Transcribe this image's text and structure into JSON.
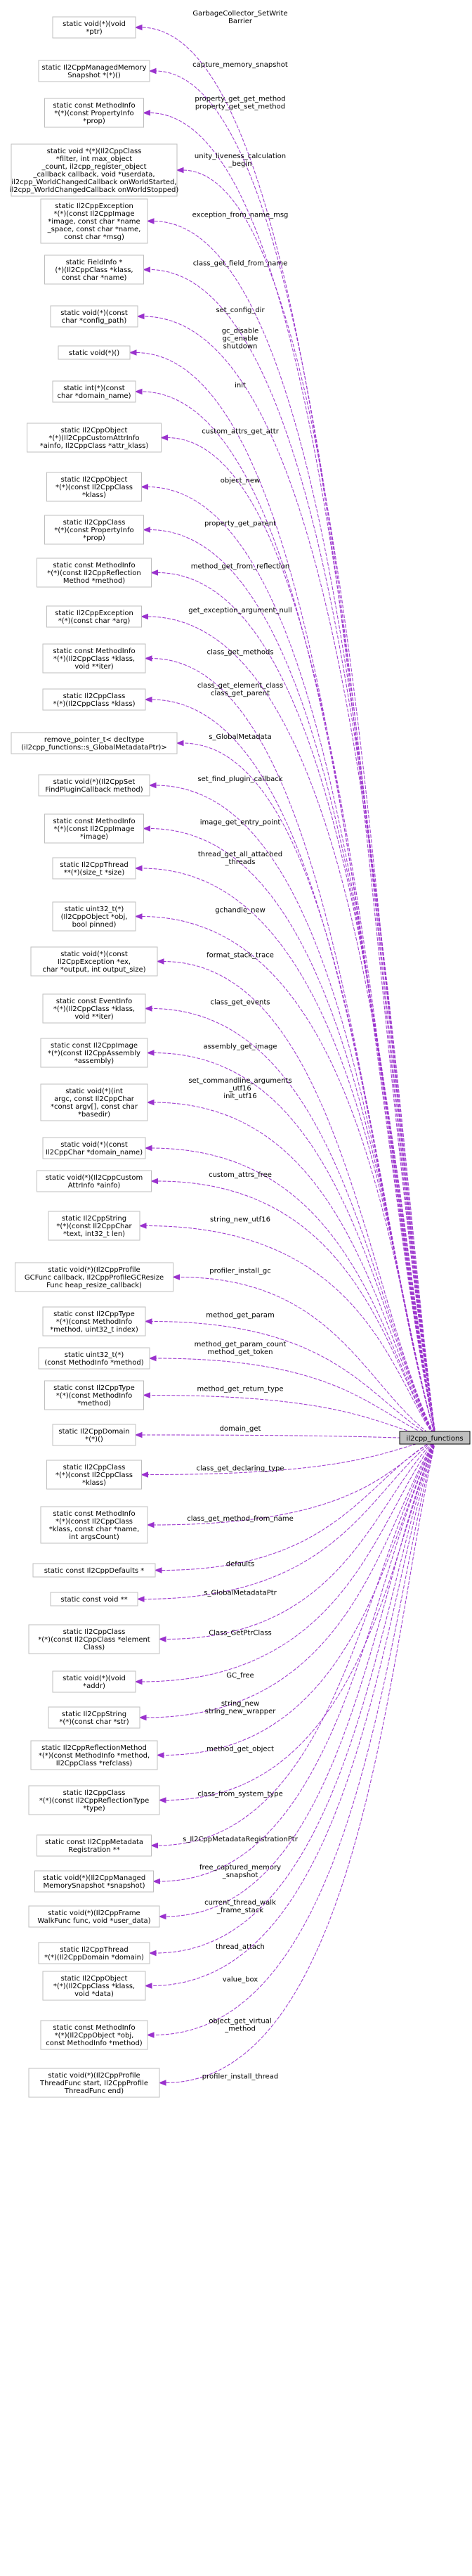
{
  "target": {
    "label": "il2cpp_functions"
  },
  "colors": {
    "edge": "#9a32cd",
    "node_border": "#bfbfbf",
    "target_fill": "#bfbfbf"
  },
  "nodes": [
    {
      "lines": [
        "static void(*)(void",
        "*ptr)"
      ],
      "edge": [
        "GarbageCollector_SetWrite",
        "Barrier"
      ]
    },
    {
      "lines": [
        "static Il2CppManagedMemory",
        "Snapshot *(*)()"
      ],
      "edge": [
        "capture_memory_snapshot"
      ]
    },
    {
      "lines": [
        "static const MethodInfo",
        "*(*)(const PropertyInfo",
        "*prop)"
      ],
      "edge": [
        "property_get_get_method",
        "property_get_set_method"
      ]
    },
    {
      "lines": [
        "static void *(*)(Il2CppClass",
        "*filter, int max_object",
        "_count, il2cpp_register_object",
        "_callback callback, void *userdata,",
        "il2cpp_WorldChangedCallback onWorldStarted,",
        "il2cpp_WorldChangedCallback onWorldStopped)"
      ],
      "edge": [
        "unity_liveness_calculation",
        "_begin"
      ]
    },
    {
      "lines": [
        "static Il2CppException",
        "*(*)(const Il2CppImage",
        "*image, const char *name",
        "_space, const char *name,",
        "const char *msg)"
      ],
      "edge": [
        "exception_from_name_msg"
      ]
    },
    {
      "lines": [
        "static FieldInfo *",
        "(*)(Il2CppClass *klass,",
        "const char *name)"
      ],
      "edge": [
        "class_get_field_from_name"
      ]
    },
    {
      "lines": [
        "static void(*)(const",
        "char *config_path)"
      ],
      "edge": [
        "set_config_dir"
      ]
    },
    {
      "lines": [
        "static void(*)()"
      ],
      "edge": [
        "gc_disable",
        "gc_enable",
        "shutdown"
      ]
    },
    {
      "lines": [
        "static int(*)(const",
        "char *domain_name)"
      ],
      "edge": [
        "init"
      ]
    },
    {
      "lines": [
        "static Il2CppObject",
        "*(*)(Il2CppCustomAttrInfo",
        "*ainfo, Il2CppClass *attr_klass)"
      ],
      "edge": [
        "custom_attrs_get_attr"
      ]
    },
    {
      "lines": [
        "static Il2CppObject",
        "*(*)(const Il2CppClass",
        "*klass)"
      ],
      "edge": [
        "object_new"
      ]
    },
    {
      "lines": [
        "static Il2CppClass",
        "*(*)(const PropertyInfo",
        "*prop)"
      ],
      "edge": [
        "property_get_parent"
      ]
    },
    {
      "lines": [
        "static const MethodInfo",
        "*(*)(const Il2CppReflection",
        "Method *method)"
      ],
      "edge": [
        "method_get_from_reflection"
      ]
    },
    {
      "lines": [
        "static Il2CppException",
        "*(*)(const char *arg)"
      ],
      "edge": [
        "get_exception_argument_null"
      ]
    },
    {
      "lines": [
        "static const MethodInfo",
        "*(*)(Il2CppClass *klass,",
        "void **iter)"
      ],
      "edge": [
        "class_get_methods"
      ]
    },
    {
      "lines": [
        "static Il2CppClass",
        "*(*)(Il2CppClass *klass)"
      ],
      "edge": [
        "class_get_element_class",
        "class_get_parent"
      ]
    },
    {
      "lines": [
        "remove_pointer_t< decltype",
        "(il2cpp_functions::s_GlobalMetadataPtr)>"
      ],
      "edge": [
        "s_GlobalMetadata"
      ]
    },
    {
      "lines": [
        "static void(*)(Il2CppSet",
        "FindPluginCallback method)"
      ],
      "edge": [
        "set_find_plugin_callback"
      ]
    },
    {
      "lines": [
        "static const MethodInfo",
        "*(*)(const Il2CppImage",
        "*image)"
      ],
      "edge": [
        "image_get_entry_point"
      ]
    },
    {
      "lines": [
        "static Il2CppThread",
        "**(*)(size_t *size)"
      ],
      "edge": [
        "thread_get_all_attached",
        "_threads"
      ]
    },
    {
      "lines": [
        "static uint32_t(*)",
        "(Il2CppObject *obj,",
        "bool pinned)"
      ],
      "edge": [
        "gchandle_new"
      ]
    },
    {
      "lines": [
        "static void(*)(const",
        "Il2CppException *ex,",
        "char *output, int output_size)"
      ],
      "edge": [
        "format_stack_trace"
      ]
    },
    {
      "lines": [
        "static const EventInfo",
        "*(*)(Il2CppClass *klass,",
        "void **iter)"
      ],
      "edge": [
        "class_get_events"
      ]
    },
    {
      "lines": [
        "static const Il2CppImage",
        "*(*)(const Il2CppAssembly",
        "*assembly)"
      ],
      "edge": [
        "assembly_get_image"
      ]
    },
    {
      "lines": [
        "static void(*)(int",
        "argc, const Il2CppChar",
        "*const argv[], const char",
        "*basedir)"
      ],
      "edge": [
        "set_commandline_arguments",
        "_utf16",
        "init_utf16"
      ]
    },
    {
      "lines": [
        "static void(*)(const",
        "Il2CppChar *domain_name)"
      ],
      "edge": []
    },
    {
      "lines": [
        "static void(*)(Il2CppCustom",
        "AttrInfo *ainfo)"
      ],
      "edge": [
        "custom_attrs_free"
      ]
    },
    {
      "lines": [
        "static Il2CppString",
        "*(*)(const Il2CppChar",
        "*text, int32_t len)"
      ],
      "edge": [
        "string_new_utf16"
      ]
    },
    {
      "lines": [
        "static void(*)(Il2CppProfile",
        "GCFunc callback, Il2CppProfileGCResize",
        "Func heap_resize_callback)"
      ],
      "edge": [
        "profiler_install_gc"
      ]
    },
    {
      "lines": [
        "static const Il2CppType",
        "*(*)(const MethodInfo",
        "*method, uint32_t index)"
      ],
      "edge": [
        "method_get_param"
      ]
    },
    {
      "lines": [
        "static uint32_t(*)",
        "(const MethodInfo *method)"
      ],
      "edge": [
        "method_get_param_count",
        "method_get_token"
      ]
    },
    {
      "lines": [
        "static const Il2CppType",
        "*(*)(const MethodInfo",
        "*method)"
      ],
      "edge": [
        "method_get_return_type"
      ]
    },
    {
      "lines": [
        "static Il2CppDomain",
        "*(*)()"
      ],
      "edge": [
        "domain_get"
      ]
    },
    {
      "lines": [
        "static Il2CppClass",
        "*(*)(const Il2CppClass",
        "*klass)"
      ],
      "edge": [
        "class_get_declaring_type"
      ]
    },
    {
      "lines": [
        "static const MethodInfo",
        "*(*)(const Il2CppClass",
        "*klass, const char *name,",
        "int argsCount)"
      ],
      "edge": [
        "class_get_method_from_name"
      ]
    },
    {
      "lines": [
        "static const Il2CppDefaults *"
      ],
      "edge": [
        "defaults"
      ]
    },
    {
      "lines": [
        "static const void **"
      ],
      "edge": [
        "s_GlobalMetadataPtr"
      ]
    },
    {
      "lines": [
        "static Il2CppClass",
        "*(*)(const Il2CppClass *element",
        "Class)"
      ],
      "edge": [
        "Class_GetPtrClass"
      ]
    },
    {
      "lines": [
        "static void(*)(void",
        "*addr)"
      ],
      "edge": [
        "GC_free"
      ]
    },
    {
      "lines": [
        "static Il2CppString",
        "*(*)(const char *str)"
      ],
      "edge": [
        "string_new",
        "string_new_wrapper"
      ]
    },
    {
      "lines": [
        "static Il2CppReflectionMethod",
        "*(*)(const MethodInfo *method,",
        "Il2CppClass *refclass)"
      ],
      "edge": [
        "method_get_object"
      ]
    },
    {
      "lines": [
        "static Il2CppClass",
        "*(*)(const Il2CppReflectionType",
        "*type)"
      ],
      "edge": [
        "class_from_system_type"
      ]
    },
    {
      "lines": [
        "static const Il2CppMetadata",
        "Registration **"
      ],
      "edge": [
        "s_Il2CppMetadataRegistrationPtr"
      ]
    },
    {
      "lines": [
        "static void(*)(Il2CppManaged",
        "MemorySnapshot *snapshot)"
      ],
      "edge": [
        "free_captured_memory",
        "_snapshot"
      ]
    },
    {
      "lines": [
        "static void(*)(Il2CppFrame",
        "WalkFunc func, void *user_data)"
      ],
      "edge": [
        "current_thread_walk",
        "_frame_stack"
      ]
    },
    {
      "lines": [
        "static Il2CppThread",
        "*(*)(Il2CppDomain *domain)"
      ],
      "edge": [
        "thread_attach"
      ]
    },
    {
      "lines": [
        "static Il2CppObject",
        "*(*)(Il2CppClass *klass,",
        "void *data)"
      ],
      "edge": [
        "value_box"
      ]
    },
    {
      "lines": [
        "static const MethodInfo",
        "*(*)(Il2CppObject *obj,",
        "const MethodInfo *method)"
      ],
      "edge": [
        "object_get_virtual",
        "_method"
      ]
    },
    {
      "lines": [
        "static void(*)(Il2CppProfile",
        "ThreadFunc start, Il2CppProfile",
        "ThreadFunc end)"
      ],
      "edge": [
        "profiler_install_thread"
      ]
    }
  ]
}
